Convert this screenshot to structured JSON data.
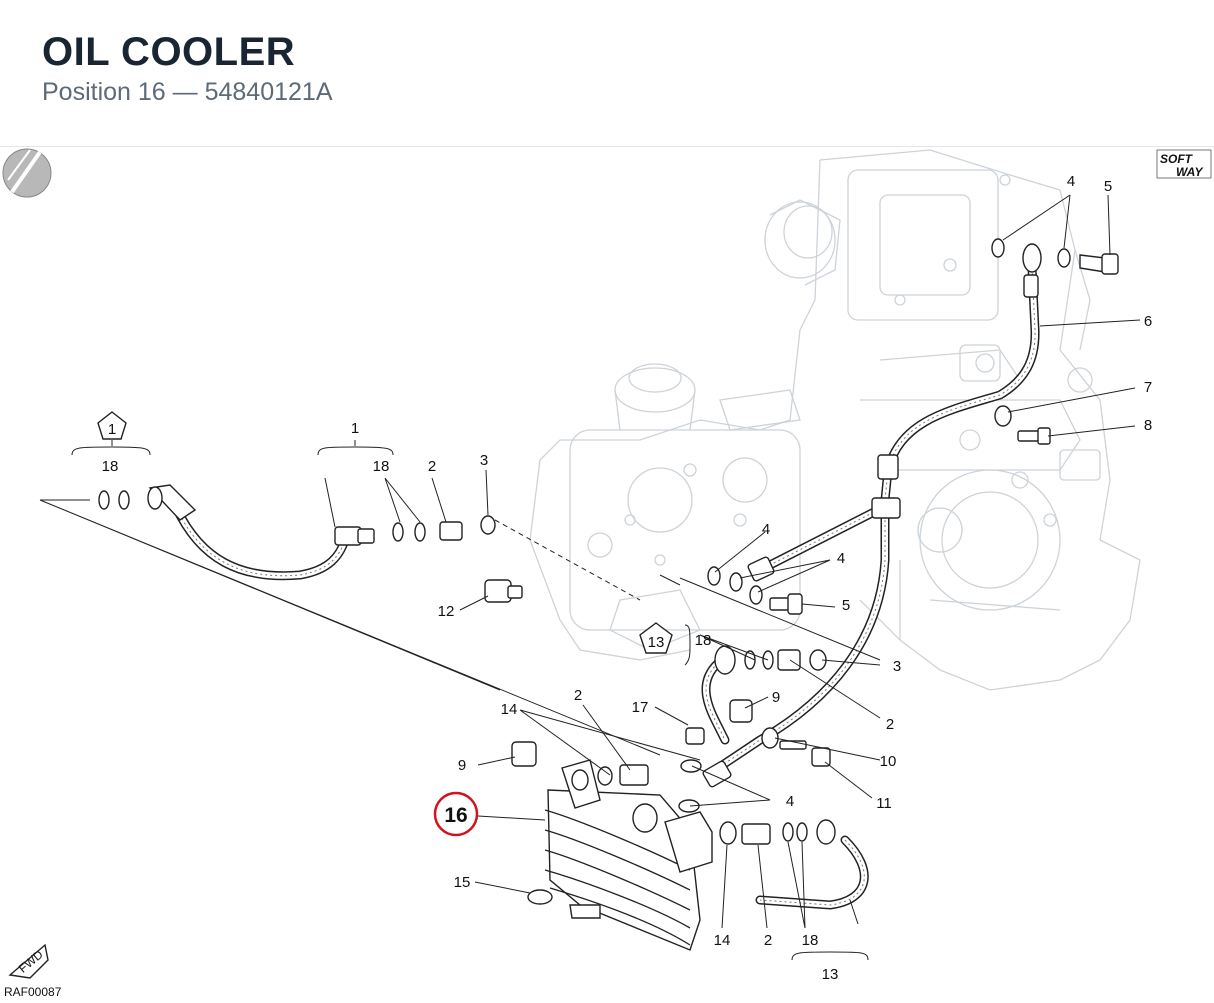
{
  "header": {
    "title": "OIL COOLER",
    "subtitle": "Position 16 — 54840121A"
  },
  "logo": {
    "line1": "SOFT",
    "line2": "WAY"
  },
  "drawing_ref": "RAF00087",
  "fwd_label": "FWD",
  "highlight": {
    "label": "16",
    "color": "#d0151c"
  },
  "callouts": {
    "c1": "1",
    "c1b": "1",
    "c2a": "2",
    "c2b": "2",
    "c2c": "2",
    "c2d": "2",
    "c3a": "3",
    "c3b": "3",
    "c4a": "4",
    "c4b": "4",
    "c4c": "4",
    "c4d": "4",
    "c5a": "5",
    "c5b": "5",
    "c6": "6",
    "c7": "7",
    "c8": "8",
    "c9a": "9",
    "c9b": "9",
    "c10": "10",
    "c11": "11",
    "c12": "12",
    "c13a": "13",
    "c13b": "13",
    "c14a": "14",
    "c14b": "14",
    "c15": "15",
    "c17": "17",
    "c18a": "18",
    "c18b": "18",
    "c18c": "18",
    "c18d": "18"
  }
}
